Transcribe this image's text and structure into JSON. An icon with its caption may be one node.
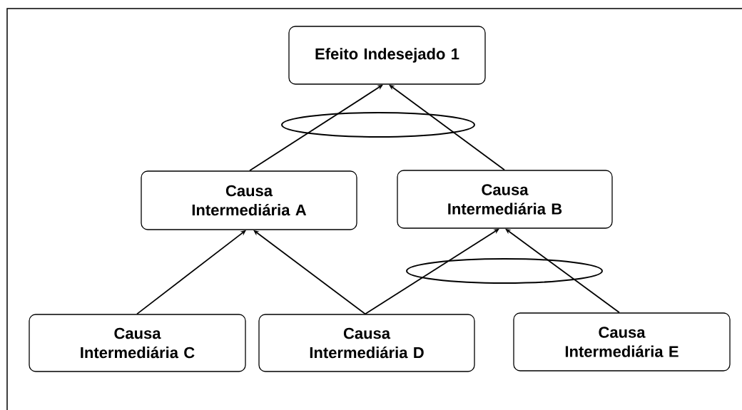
{
  "diagram": {
    "nodes": [
      {
        "text": [
          "Efeito Indesejado 1"
        ]
      },
      {
        "text": [
          "Causa Intermediária A"
        ]
      },
      {
        "text": [
          "Causa Intermediária B"
        ]
      },
      {
        "text": [
          "Causa Intermediária C"
        ]
      },
      {
        "text": [
          "Causa Intermediária D"
        ]
      },
      {
        "text": [
          "Causa Intermediária E"
        ]
      }
    ],
    "edges": [
      {
        "from": 1,
        "to": 0,
        "arrow": "to"
      },
      {
        "from": 2,
        "to": 0,
        "arrow": "to"
      },
      {
        "from": 3,
        "to": 1,
        "arrow": "to"
      },
      {
        "from": 4,
        "to": 1,
        "arrow": "to"
      },
      {
        "from": 4,
        "to": 2,
        "arrow": "to"
      },
      {
        "from": 5,
        "to": 2,
        "arrow": "to"
      }
    ]
  }
}
